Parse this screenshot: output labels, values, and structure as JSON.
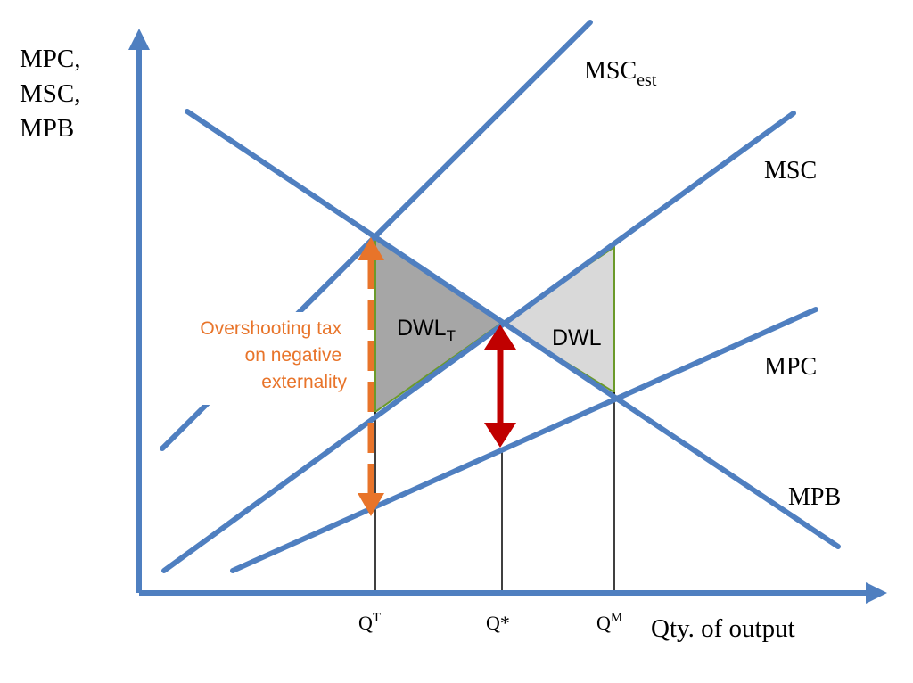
{
  "y_axis_label": [
    "MPC,",
    "MSC,",
    "MPB"
  ],
  "x_axis_label": "Qty. of output",
  "curves": {
    "msc_est": {
      "base": "MSC",
      "subscript": "est"
    },
    "msc": "MSC",
    "mpc": "MPC",
    "mpb": "MPB"
  },
  "ticks": {
    "q_t": {
      "base": "Q",
      "superscript": "T"
    },
    "q_star": "Q*",
    "q_m": {
      "base": "Q",
      "superscript": "M"
    }
  },
  "areas": {
    "dwl_t": {
      "base": "DWL",
      "subscript": "T"
    },
    "dwl": "DWL"
  },
  "tax_annotation": [
    "Overshooting tax",
    "on negative",
    "externality"
  ],
  "colors": {
    "curve": "#4f7fc0",
    "dwl_t_fill": "#a6a6a6",
    "dwl_fill": "#d9d9d9",
    "area_outline": "#6b9a2a",
    "tax_arrow": "#e8742a",
    "correct_tax_arrow": "#c00000"
  }
}
